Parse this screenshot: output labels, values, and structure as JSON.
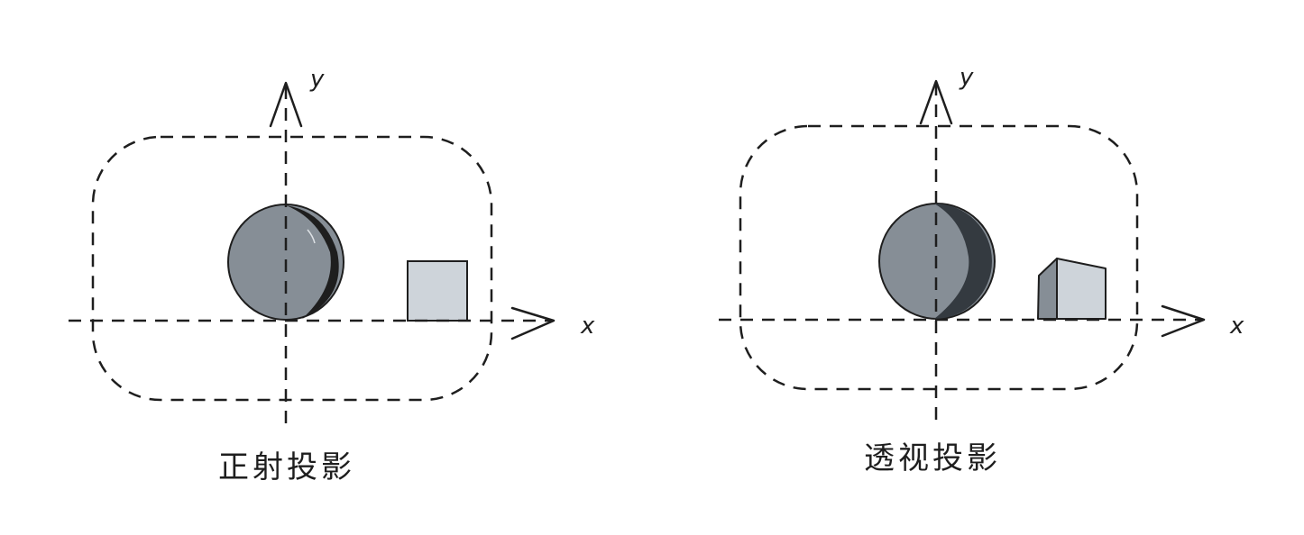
{
  "panels": [
    {
      "id": "orthographic",
      "caption": "正射投影",
      "x_axis_label": "x",
      "y_axis_label": "y"
    },
    {
      "id": "perspective",
      "caption": "透视投影",
      "x_axis_label": "x",
      "y_axis_label": "y"
    }
  ],
  "colors": {
    "stroke": "#1e1e1e",
    "sphere_fill": "#868e96",
    "sphere_shadow_ortho": "#1e1e1e",
    "sphere_shadow_persp": "#343a40",
    "cube_front": "#ced4da",
    "cube_side": "#868e96"
  }
}
